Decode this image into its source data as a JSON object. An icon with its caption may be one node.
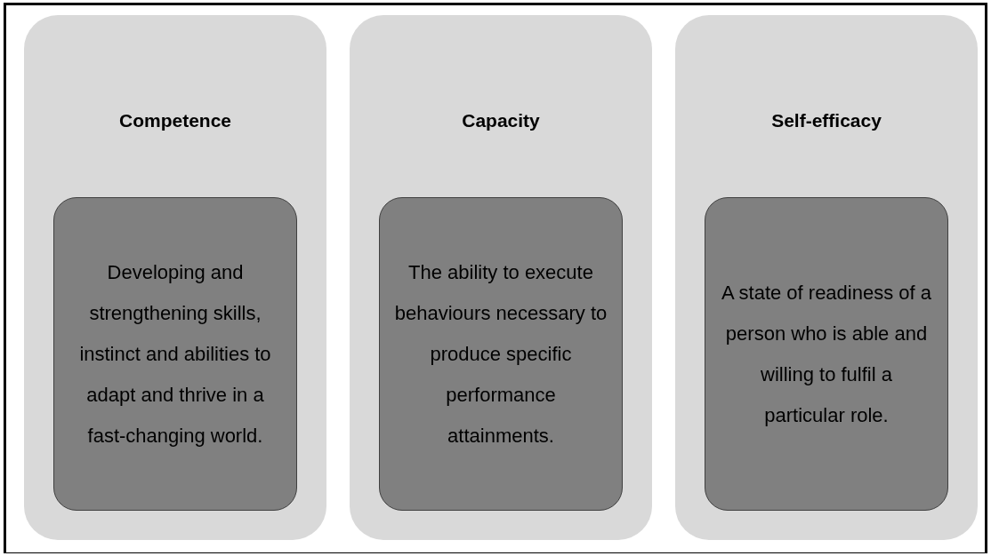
{
  "diagram": {
    "nodes": [
      {
        "text": [
          "Competence"
        ]
      },
      {
        "text": [
          "Developing and strengthening skills, instinct and abilities to adapt and thrive in a fast-changing world."
        ],
        "in": 0
      },
      {
        "text": [
          "Capacity"
        ]
      },
      {
        "text": [
          "The ability to execute behaviours necessary to produce specific performance attainments."
        ],
        "in": 2
      },
      {
        "text": [
          "Self-efficacy"
        ]
      },
      {
        "text": [
          "A state of readiness of a person who is able and willing to fulfil a particular role."
        ],
        "in": 4
      }
    ]
  }
}
